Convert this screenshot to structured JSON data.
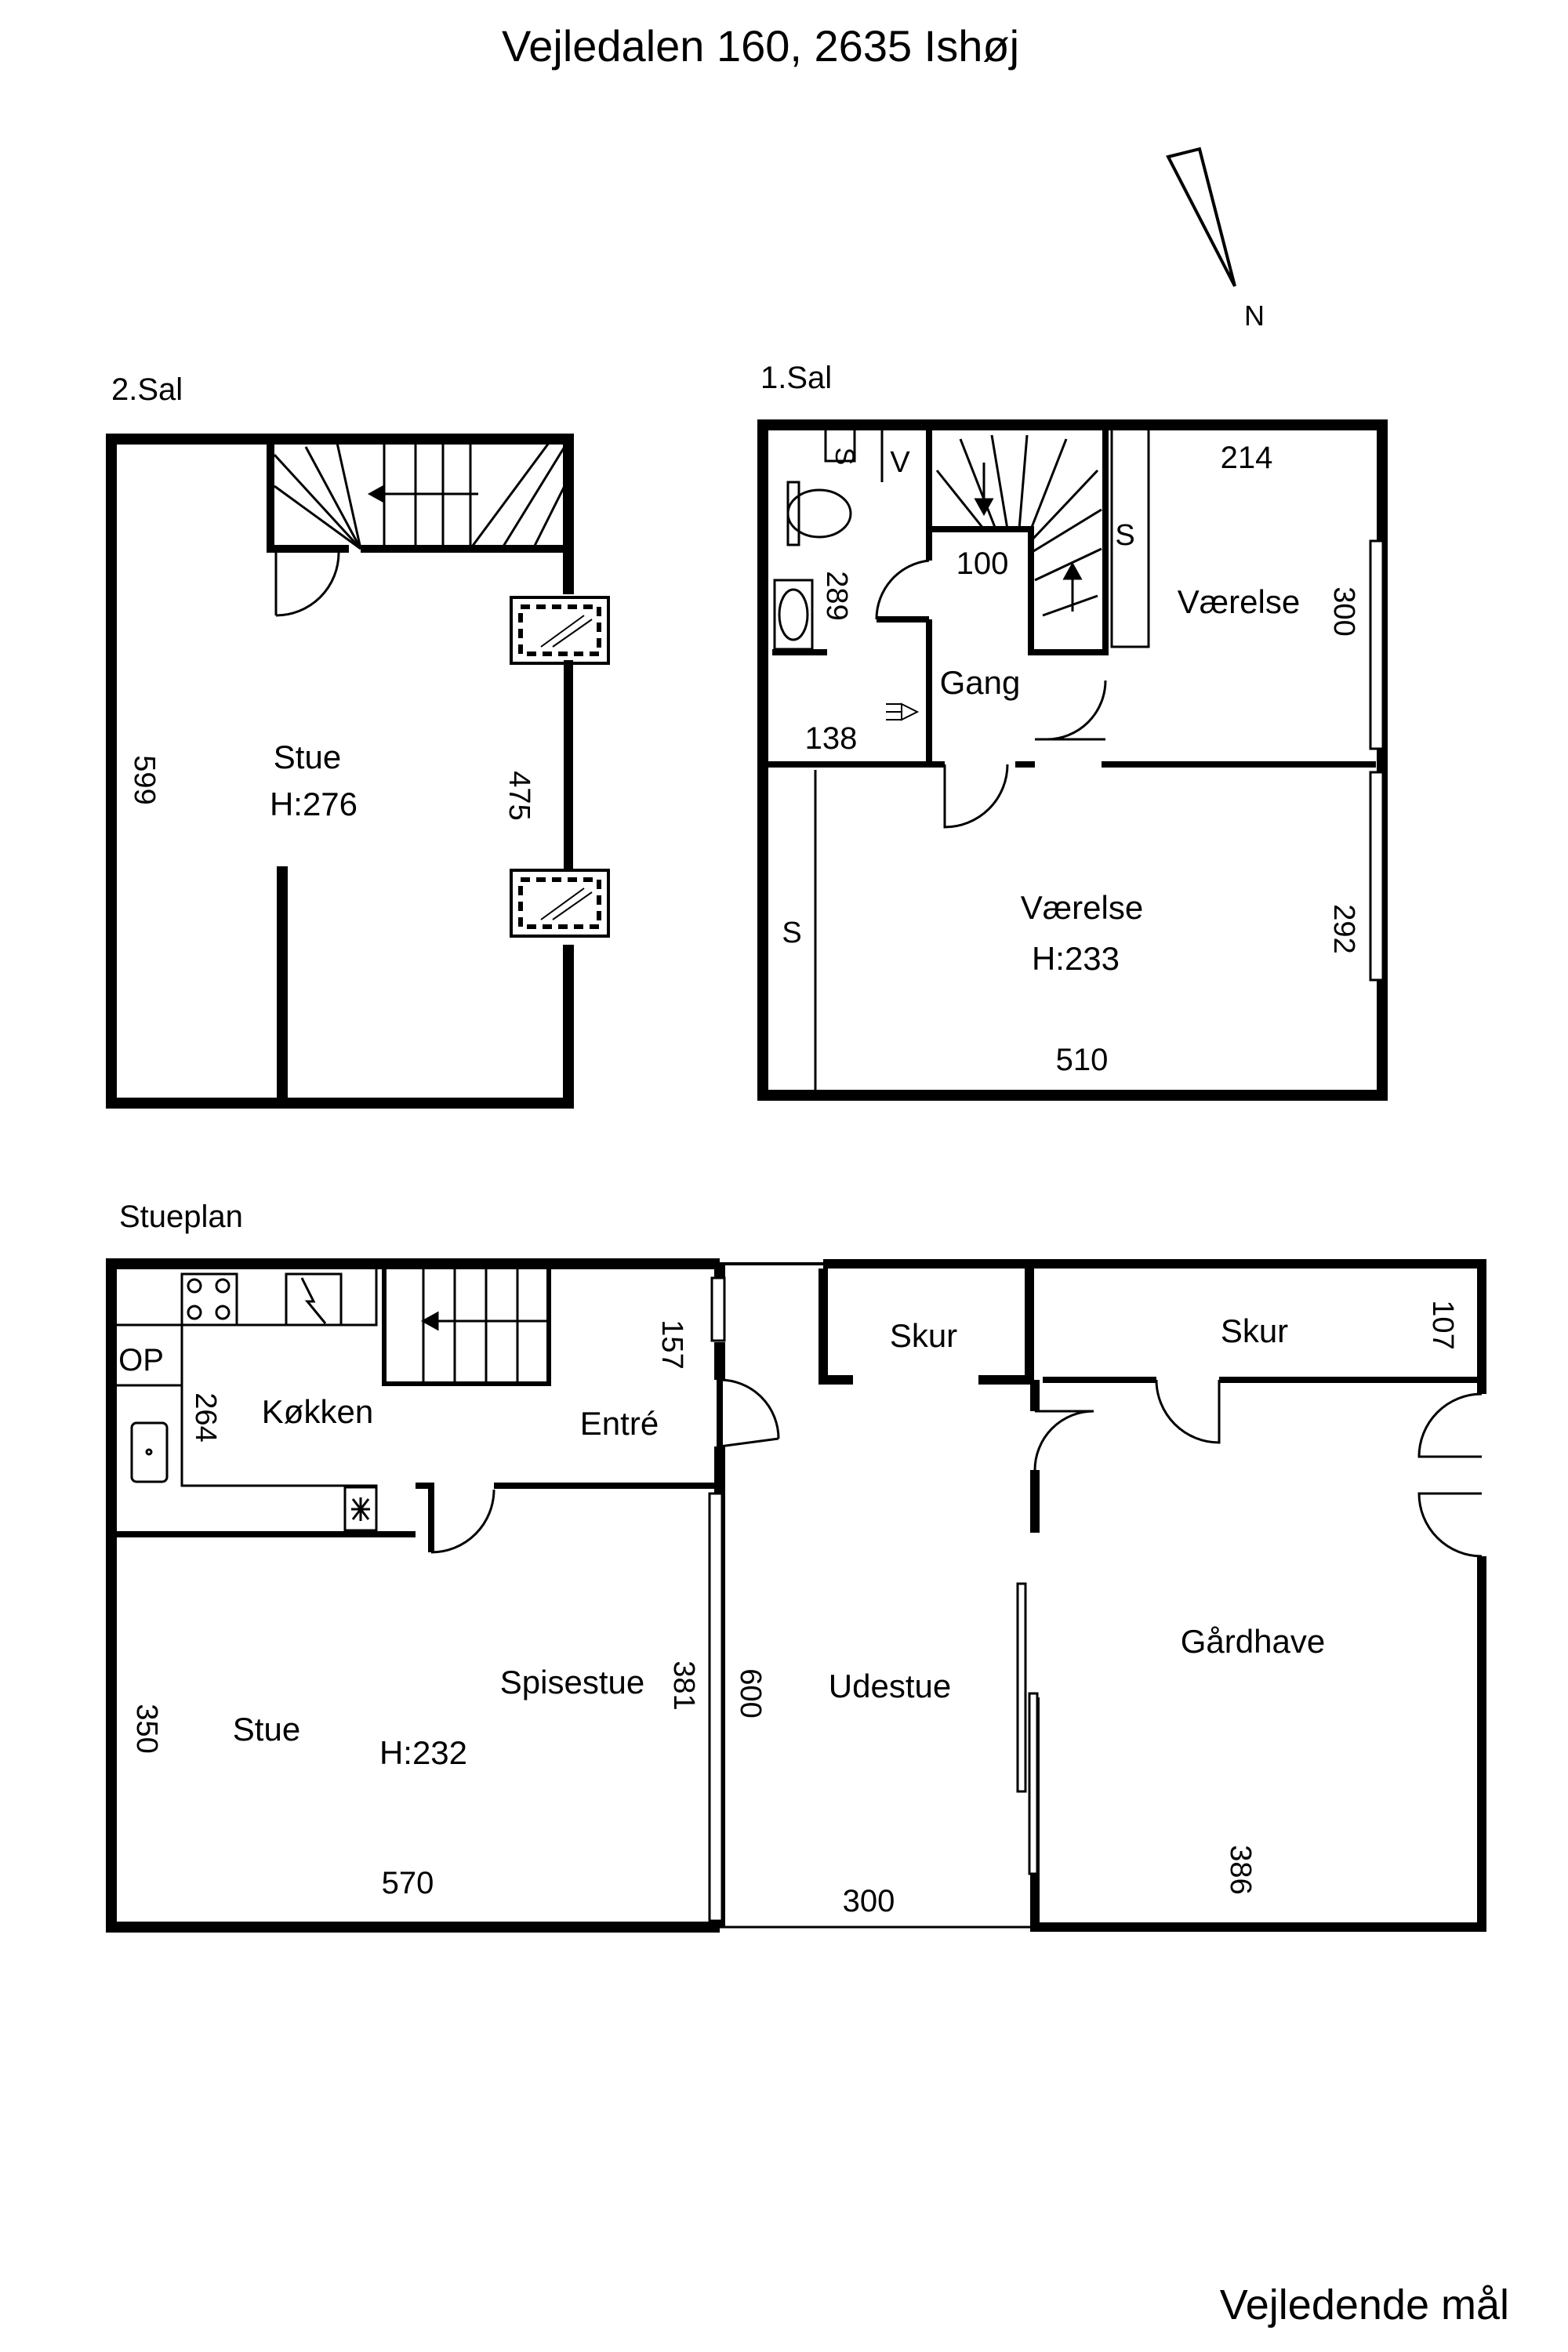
{
  "title": "Vejledalen 160, 2635 Ishøj",
  "compass": {
    "label": "N",
    "icon": "north-arrow-icon"
  },
  "footer": "Vejledende mål",
  "floors": {
    "second": {
      "name": "2.Sal",
      "room": {
        "name": "Stue",
        "height": "H:276"
      },
      "dims": {
        "left": "599",
        "right": "475"
      }
    },
    "first": {
      "name": "1.Sal",
      "bath": {
        "closet_s": "S",
        "closet_v": "V",
        "dim": "289",
        "dim_bottom": "138"
      },
      "hall": {
        "name": "Gang",
        "dim": "100"
      },
      "room1": {
        "name": "Værelse",
        "dim_top": "214",
        "dim_right": "300",
        "closet": "S"
      },
      "room2": {
        "name": "Værelse",
        "height": "H:233",
        "dim_right": "292",
        "dim_bottom": "510",
        "closet": "S"
      }
    },
    "ground": {
      "name": "Stueplan",
      "kitchen": {
        "name": "Køkken",
        "dim": "264",
        "op": "OP"
      },
      "entry": {
        "name": "Entré",
        "dim": "157"
      },
      "living": {
        "name": "Stue",
        "height": "H:232",
        "dim_left": "350",
        "dim_bottom": "570"
      },
      "dining": {
        "name": "Spisestue",
        "dim": "381"
      },
      "conservatory": {
        "name": "Udestue",
        "dim_left": "600",
        "dim_bottom": "300"
      },
      "shed1": {
        "name": "Skur"
      },
      "shed2": {
        "name": "Skur",
        "dim": "107"
      },
      "courtyard": {
        "name": "Gårdhave",
        "dim": "386"
      }
    }
  }
}
